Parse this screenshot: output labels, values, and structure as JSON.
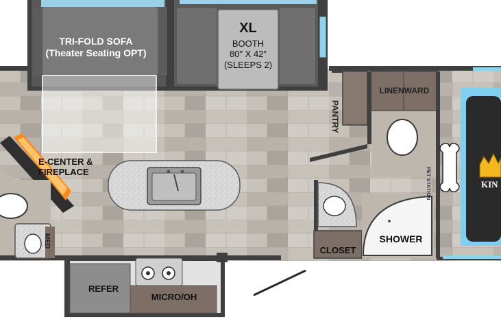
{
  "labels": {
    "sofa_line1": "TRI-FOLD SOFA",
    "sofa_line2": "(Theater Seating OPT)",
    "booth_title": "XL",
    "booth_line1": "BOOTH",
    "booth_line2": "80″ X 42″",
    "booth_line3": "(SLEEPS 2)",
    "ecenter_line1": "E-CENTER &",
    "ecenter_line2": "FIREPLACE",
    "pantry": "PANTRY",
    "linenward": "LINENWARD",
    "closet": "CLOSET",
    "shower": "SHOWER",
    "refer": "REFER",
    "micro_oh": "MICRO/OH",
    "med": "MED",
    "pet_station": "PET STATION",
    "brand_text": "KIN"
  },
  "colors": {
    "floor": "#c7c2ba",
    "wall": "#404040",
    "sofa": "#6e6e6e",
    "booth_table": "#9a9a9a",
    "countertop": "#d7d7d7",
    "cabinet": "#7d6f66",
    "bed": "#2a2a2a",
    "window_glass": "#9dd9f2",
    "fireplace": "#ff8a1c"
  },
  "icons": [
    "sink-icon",
    "stove-burner-icon",
    "toilet-icon",
    "crown-logo-icon",
    "bone-icon"
  ]
}
